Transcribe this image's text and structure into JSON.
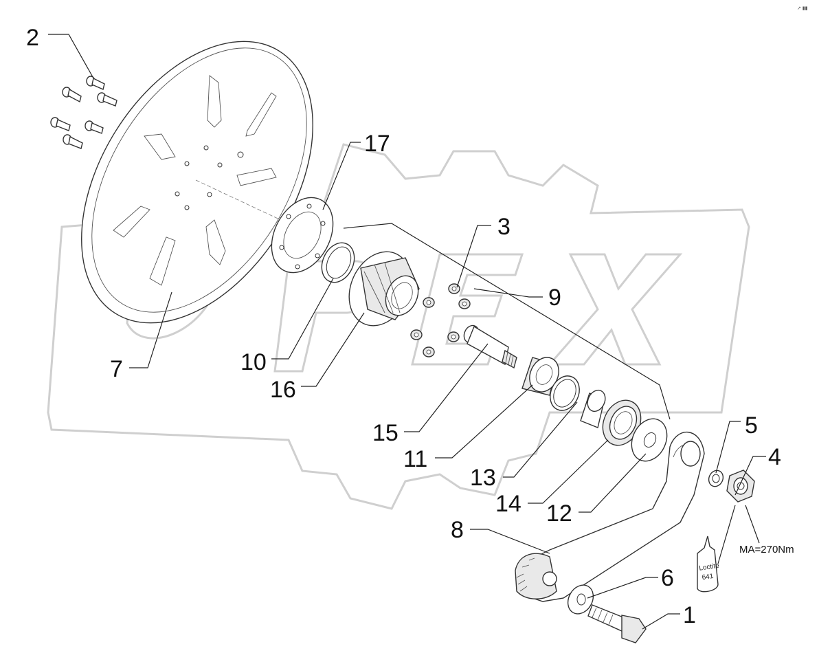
{
  "diagram": {
    "callouts": [
      {
        "id": "c2",
        "text": "2"
      },
      {
        "id": "c17",
        "text": "17"
      },
      {
        "id": "c3",
        "text": "3"
      },
      {
        "id": "c9",
        "text": "9"
      },
      {
        "id": "c7",
        "text": "7"
      },
      {
        "id": "c10",
        "text": "10"
      },
      {
        "id": "c16",
        "text": "16"
      },
      {
        "id": "c15",
        "text": "15"
      },
      {
        "id": "c11",
        "text": "11"
      },
      {
        "id": "c13",
        "text": "13"
      },
      {
        "id": "c14",
        "text": "14"
      },
      {
        "id": "c12",
        "text": "12"
      },
      {
        "id": "c5",
        "text": "5"
      },
      {
        "id": "c4",
        "text": "4"
      },
      {
        "id": "c8",
        "text": "8"
      },
      {
        "id": "c6",
        "text": "6"
      },
      {
        "id": "c1",
        "text": "1"
      }
    ],
    "torque_note": "MA=270Nm",
    "adhesive_label_line1": "Loctite",
    "adhesive_label_line2": "641",
    "corner_mark": "↗ ▮▮",
    "watermark_text": "OPEX"
  }
}
